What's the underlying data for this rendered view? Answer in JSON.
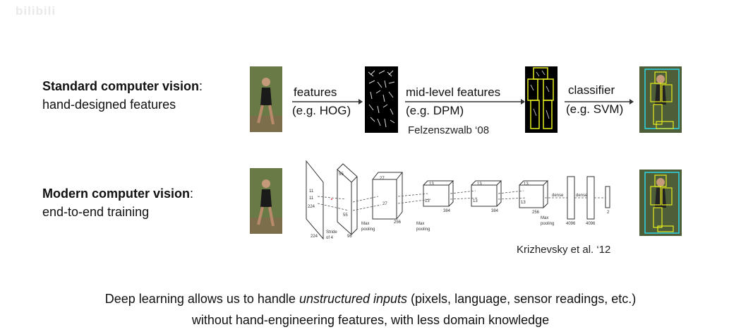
{
  "watermark": "bilibili",
  "standard": {
    "title_bold": "Standard computer vision",
    "title_rest": ":",
    "subtitle": "hand-designed features",
    "edge1_line1": "features",
    "edge1_line2": "(e.g. HOG)",
    "edge2_line1": "mid-level features",
    "edge2_line2": "(e.g. DPM)",
    "edge3_line1": "classifier",
    "edge3_line2": "(e.g. SVM)",
    "citation": "Felzenszwalb ‘08"
  },
  "modern": {
    "title_bold": "Modern computer vision",
    "title_rest": ":",
    "subtitle": "end-to-end training",
    "citation": "Krizhevsky et al. ‘12",
    "net_labels": {
      "in_dim": "224",
      "in_dim2": "224",
      "stride": "Stride",
      "stride2": "of 4",
      "c1_a": "55",
      "c1_b": "55",
      "c1_c": "96",
      "c1_k": "11",
      "c1_k2": "11",
      "maxpool1": "Max",
      "maxpool1b": "pooling",
      "c2_a": "27",
      "c2_b": "27",
      "c2_c": "256",
      "maxpool2": "Max",
      "maxpool2b": "pooling",
      "c3_a": "13",
      "c3_b": "13",
      "c3_c": "384",
      "c4_a": "13",
      "c4_b": "13",
      "c4_c": "384",
      "c5_a": "13",
      "c5_b": "13",
      "c5_c": "256",
      "maxpool3": "Max",
      "maxpool3b": "pooling",
      "dense1": "dense",
      "dense2": "dense",
      "fc1": "4096",
      "fc2": "4096",
      "fc3": "2"
    }
  },
  "caption": {
    "line1_pre": "Deep learning allows us to handle ",
    "line1_em": "unstructured inputs",
    "line1_post": " (pixels, language, sensor readings, etc.)",
    "line2": "without hand-engineering features, with less domain knowledge"
  },
  "colors": {
    "detection_box": "#2ed6e6",
    "part_box": "#e6ec1e",
    "photo_bg": "#5c6b3e"
  }
}
